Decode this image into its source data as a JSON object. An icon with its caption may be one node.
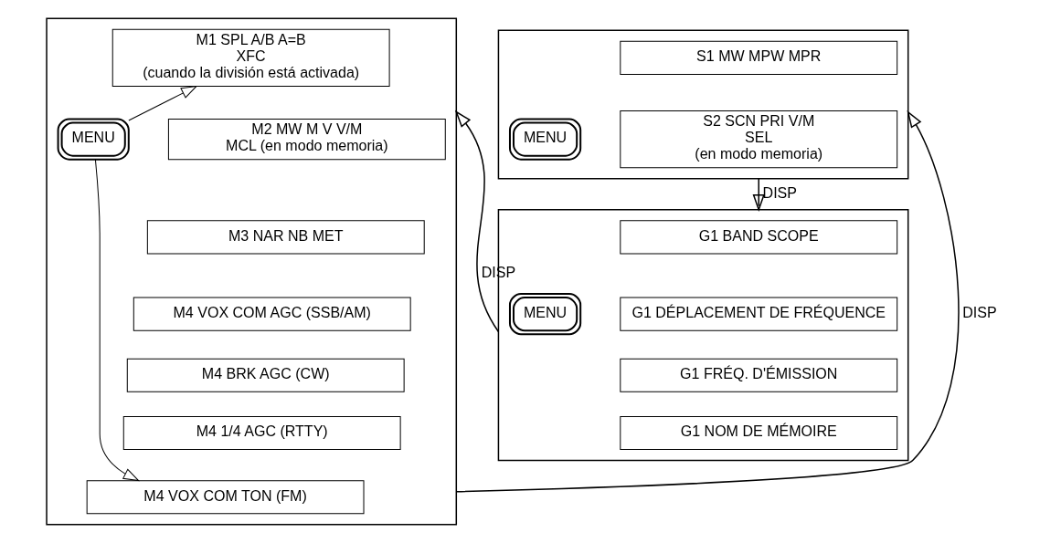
{
  "diagram": {
    "nodes": [
      {
        "text": [],
        "shape": "box"
      },
      {
        "text": [
          "M1 SPL A/B A=B",
          "XFC",
          "(cuando la división está activada)"
        ],
        "in": 0
      },
      {
        "text": [
          "M2 MW M V V/M",
          "MCL (en modo memoria)"
        ],
        "in": 0
      },
      {
        "text": [
          "M3 NAR NB MET"
        ],
        "in": 0
      },
      {
        "text": [
          "M4 VOX COM AGC (SSB/AM)"
        ],
        "in": 0
      },
      {
        "text": [
          "M4 BRK AGC (CW)"
        ],
        "in": 0
      },
      {
        "text": [
          "M4 1/4 AGC (RTTY)"
        ],
        "in": 0
      },
      {
        "text": [
          "M4 VOX COM TON (FM)"
        ],
        "in": 0
      },
      {
        "text": [
          "MENU"
        ],
        "in": 0
      },
      {
        "text": [],
        "shape": "box"
      },
      {
        "text": [
          "MENU"
        ],
        "in": 9
      },
      {
        "text": [
          "S1 MW MPW MPR"
        ],
        "in": 9
      },
      {
        "text": [
          "S2 SCN PRI V/M",
          "SEL",
          "(en modo memoria)"
        ],
        "in": 9
      },
      {
        "text": [],
        "shape": "box"
      },
      {
        "text": [
          "MENU"
        ],
        "in": 13
      },
      {
        "text": [
          "G1 BAND SCOPE"
        ],
        "in": 13
      },
      {
        "text": [
          "G1 DÉPLACEMENT DE FRÉQUENCE"
        ],
        "in": 13
      },
      {
        "text": [
          "G1 FRÉQ. D'ÉMISSION"
        ],
        "in": 13
      },
      {
        "text": [
          "G1 NOM DE MÉMOIRE"
        ],
        "in": 13
      }
    ],
    "edges": [
      {
        "from": 8,
        "to": 1,
        "arrow": "to"
      },
      {
        "from": 8,
        "to": 7,
        "arrow": "to"
      },
      {
        "from": 0,
        "to": 9,
        "arrow": "to",
        "label": "DISP"
      },
      {
        "from": 9,
        "to": 13,
        "arrow": "to",
        "label": "DISP"
      },
      {
        "from": 13,
        "to": 0,
        "arrow": "to",
        "label": "DISP"
      }
    ]
  }
}
